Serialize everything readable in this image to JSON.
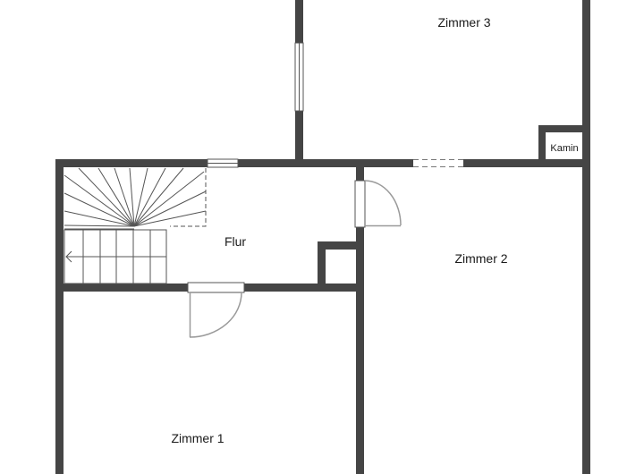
{
  "floorplan": {
    "rooms": [
      {
        "id": "zimmer3",
        "label": "Zimmer 3"
      },
      {
        "id": "flur",
        "label": "Flur"
      },
      {
        "id": "zimmer2",
        "label": "Zimmer 2"
      },
      {
        "id": "zimmer1",
        "label": "Zimmer 1"
      }
    ],
    "fixtures": {
      "kamin_label": "Kamin"
    },
    "colors": {
      "wall": "#454545",
      "background": "#ffffff",
      "line": "#555555",
      "door_swing": "#9a9a9a"
    }
  }
}
